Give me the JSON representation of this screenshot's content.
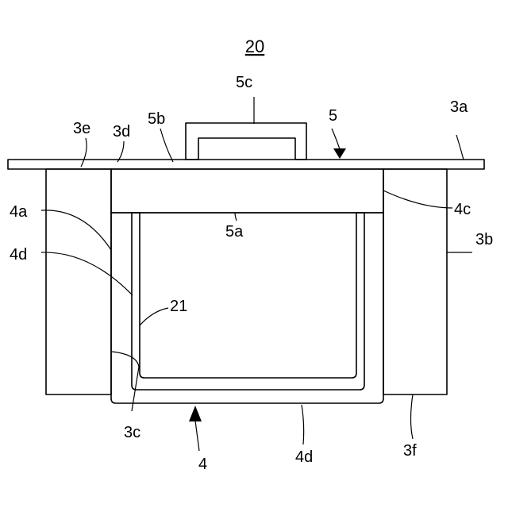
{
  "figure_number": "20",
  "labels": {
    "l_20": "20",
    "l_5c": "5c",
    "l_5": "5",
    "l_3a": "3a",
    "l_3e": "3e",
    "l_3d": "3d",
    "l_5b": "5b",
    "l_4a": "4a",
    "l_4c": "4c",
    "l_3b": "3b",
    "l_5a": "5a",
    "l_4d_upper": "4d",
    "l_21": "21",
    "l_3c": "3c",
    "l_4": "4",
    "l_4d_lower": "4d",
    "l_3f": "3f"
  },
  "colors": {
    "line": "#000000",
    "paper": "#ffffff",
    "stipple": "#555555"
  }
}
